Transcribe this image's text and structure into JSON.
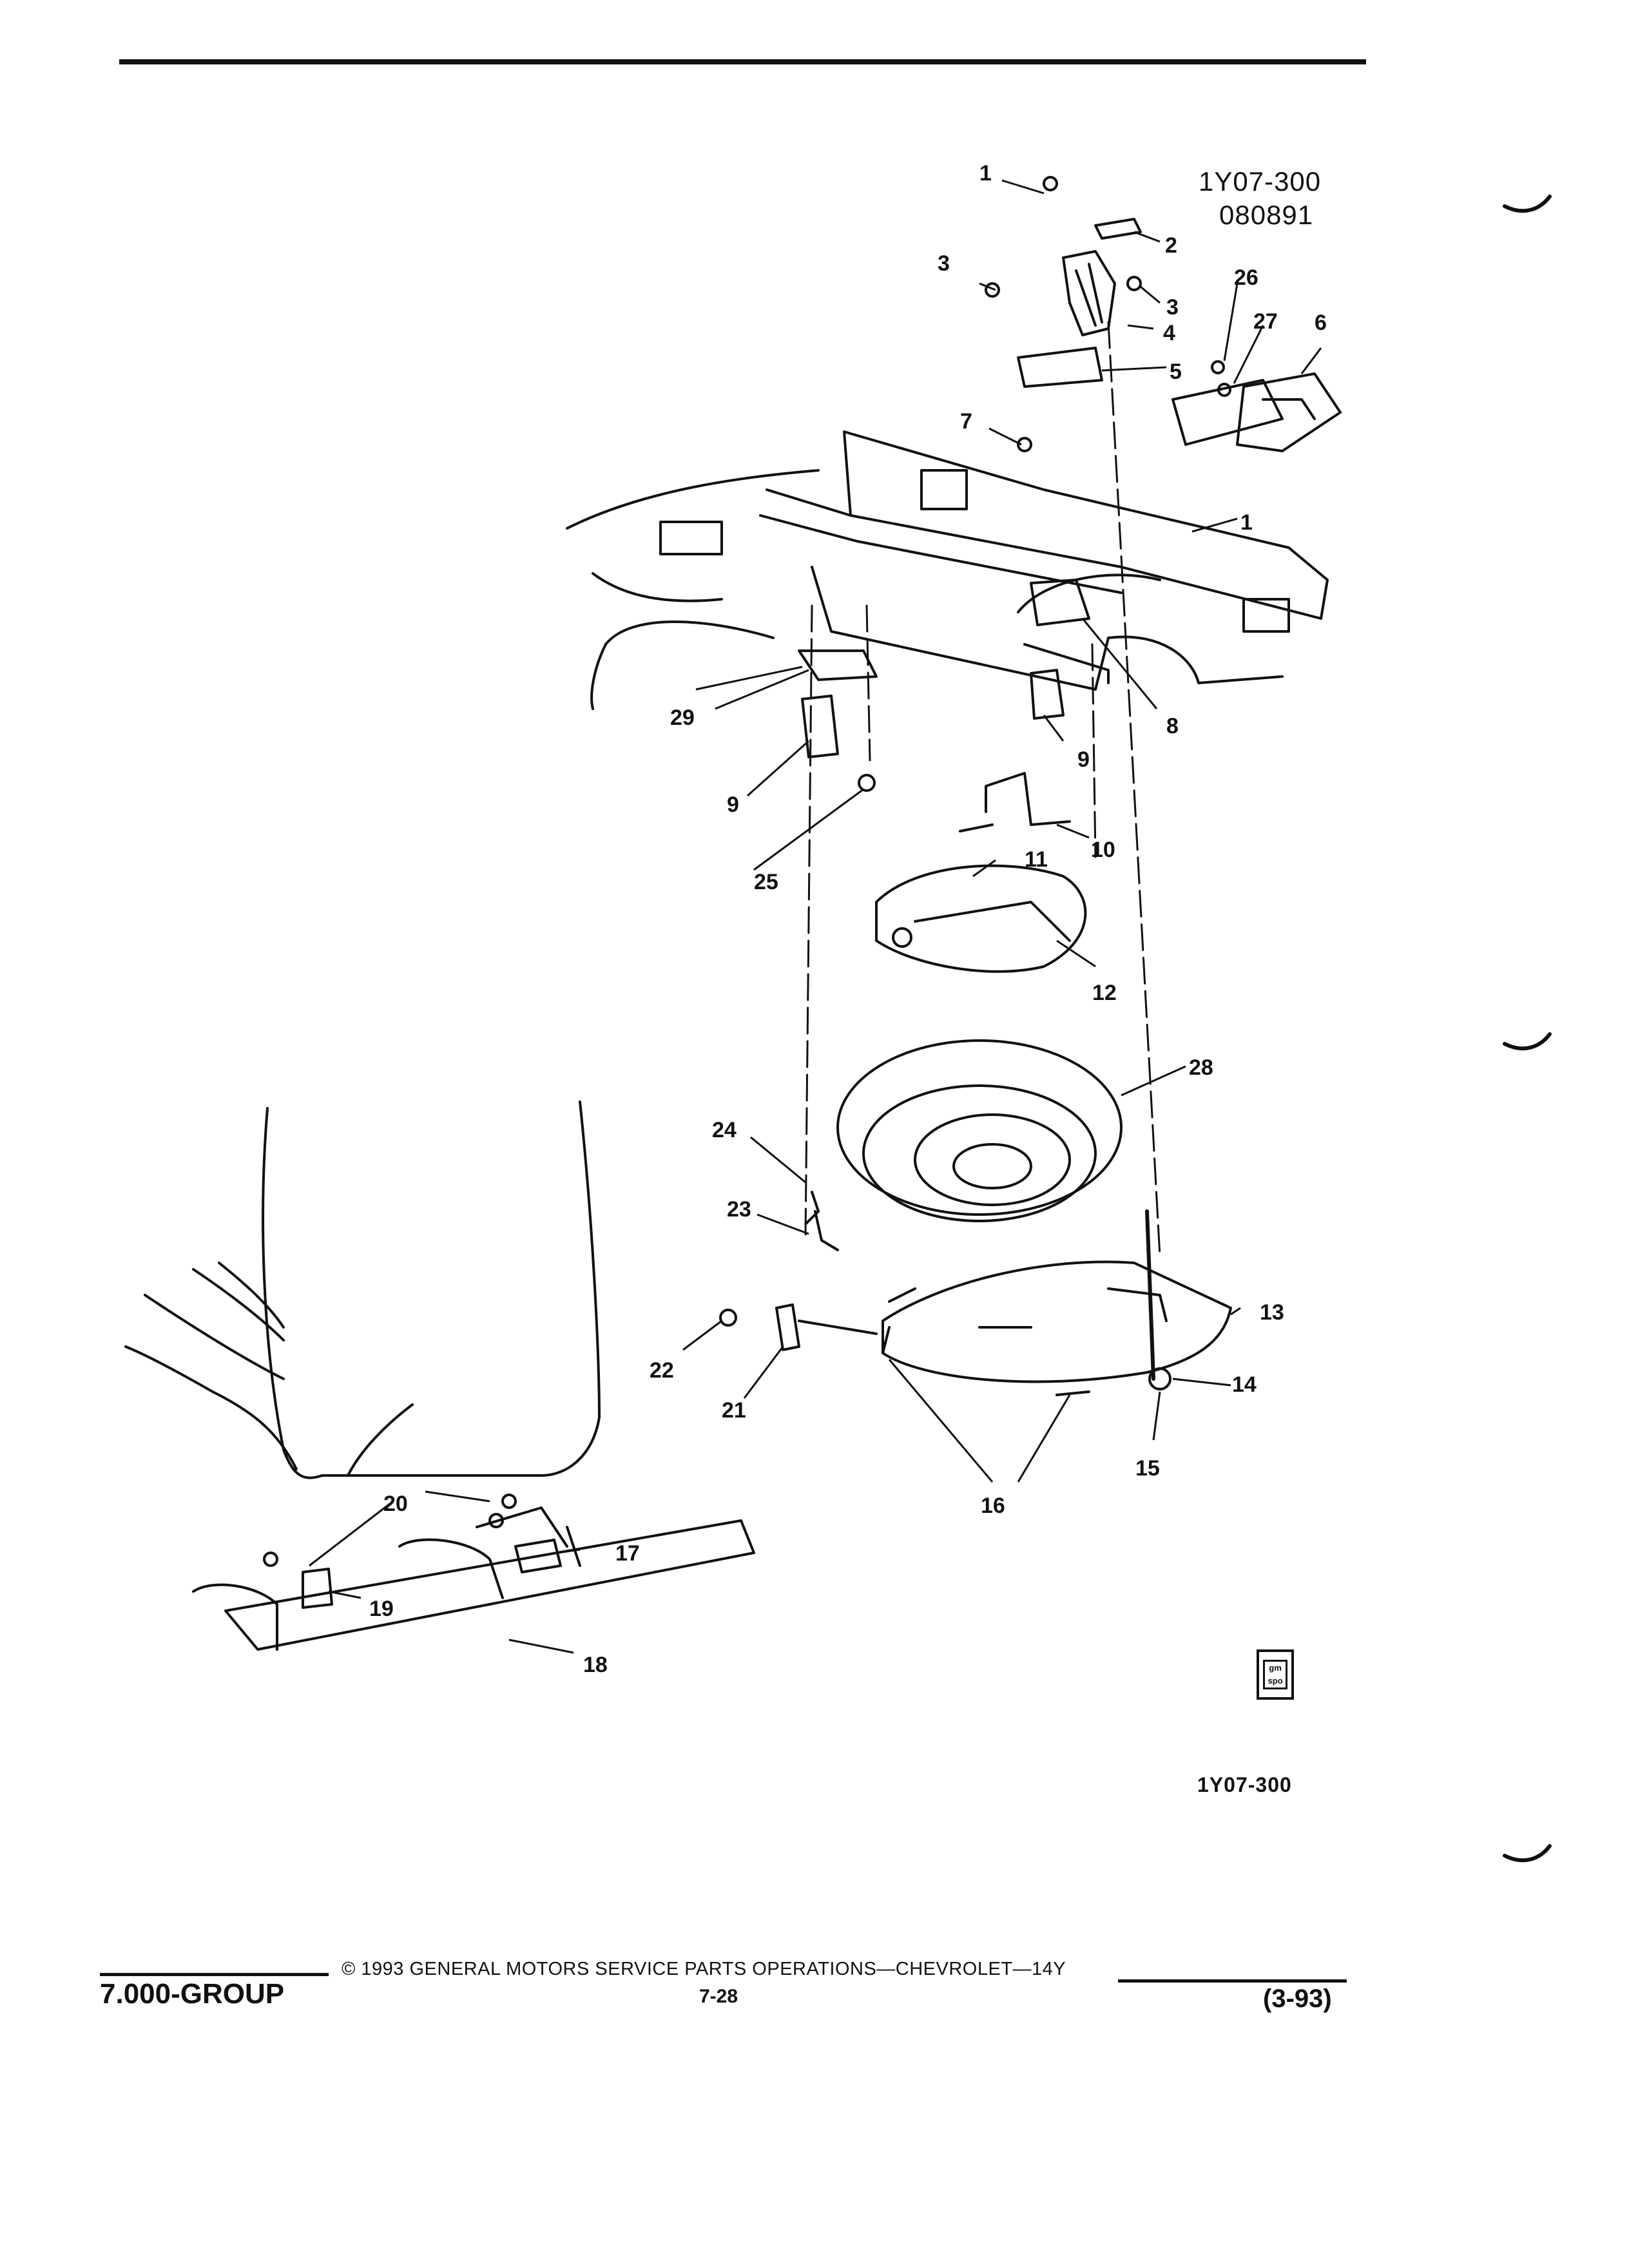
{
  "header": {
    "illustration_code": "1Y07-300",
    "illustration_date": "080891"
  },
  "callouts": [
    "1",
    "2",
    "3",
    "3",
    "4",
    "5",
    "6",
    "7",
    "1",
    "8",
    "9",
    "9",
    "10",
    "11",
    "12",
    "13",
    "14",
    "15",
    "16",
    "17",
    "18",
    "19",
    "20",
    "21",
    "22",
    "23",
    "24",
    "25",
    "26",
    "27",
    "28",
    "29"
  ],
  "illustration_code_bottom": "1Y07-300",
  "logo": {
    "top": "gm",
    "bottom": "spo"
  },
  "footer": {
    "group": "7.000-GROUP",
    "copyright": "© 1993 GENERAL MOTORS SERVICE PARTS OPERATIONS—CHEVROLET—14Y",
    "page_number": "7-28",
    "revision_date": "(3-93)"
  }
}
